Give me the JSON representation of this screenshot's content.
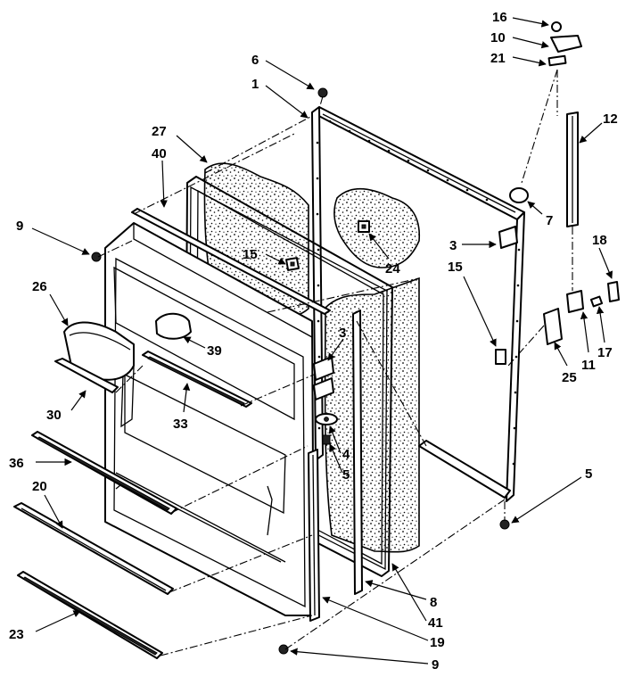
{
  "diagram": {
    "callouts": [
      "16",
      "10",
      "21",
      "6",
      "1",
      "12",
      "27",
      "40",
      "7",
      "9",
      "3",
      "18",
      "15",
      "24",
      "26",
      "15",
      "39",
      "3",
      "25",
      "11",
      "17",
      "30",
      "33",
      "4",
      "5",
      "36",
      "5",
      "20",
      "8",
      "41",
      "23",
      "19",
      "9"
    ]
  }
}
